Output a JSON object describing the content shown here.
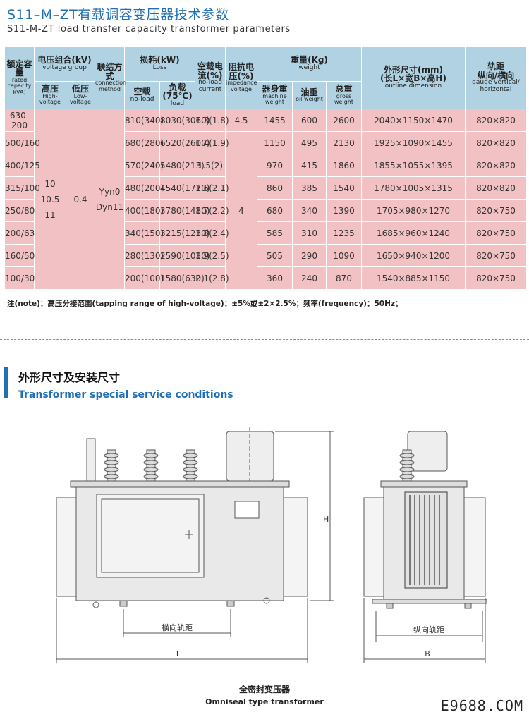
{
  "header": {
    "title_cn": "S11–M–ZT有载调容变压器技术参数",
    "title_en": "S11-M-ZT load transfer capacity transformer parameters"
  },
  "table": {
    "headers": {
      "capacity_cn": "额定容量",
      "capacity_en": "rated capacity kVA)",
      "voltage_cn": "电压组合(kV)",
      "voltage_en": "voltage group",
      "high_cn": "高压",
      "high_en": "High-voltage",
      "low_cn": "低压",
      "low_en": "Low-voltage",
      "conn_cn": "联结方式",
      "conn_en": "connection method",
      "loss_cn": "损耗(kW)",
      "loss_en": "Loss",
      "noload_cn": "空载",
      "noload_en": "no-load",
      "load_cn": "负载(75℃)",
      "load_en": "load",
      "current_cn": "空载电流(%)",
      "current_en": "no-load current",
      "imp_cn": "阻抗电压(%)",
      "imp_en": "impedance voltage",
      "weight_cn": "重量(Kg)",
      "weight_en": "weight",
      "machine_cn": "器身重",
      "machine_en": "machine weight",
      "oil_cn": "油重",
      "oil_en": "oil weight",
      "gross_cn": "总重",
      "gross_en": "gross weight",
      "dim_cn": "外形尺寸(mm)",
      "dim_cn2": "(长L×宽B×高H)",
      "dim_en": "outline dimension",
      "gauge_cn": "轨距",
      "gauge_cn2": "纵向/横向",
      "gauge_en": "gauge vertical/ horizontal"
    },
    "merged": {
      "high_voltage": [
        "10",
        "10.5",
        "11"
      ],
      "low_voltage": "0.4",
      "connection": [
        "Yyn0",
        "Dyn11"
      ],
      "imp_first": "4.5",
      "imp_rest": "4"
    },
    "rows": [
      {
        "capacity": "630-200",
        "noload": "810(340)",
        "load": "8030(3060)",
        "current": "1.3(1.8)",
        "machine": "1455",
        "oil": "600",
        "gross": "2600",
        "dim": "2040×1150×1470",
        "gauge": "820×820"
      },
      {
        "capacity": "500/160",
        "noload": "680(280)",
        "load": "6520(2600)",
        "current": "1.4(1.9)",
        "machine": "1150",
        "oil": "495",
        "gross": "2130",
        "dim": "1925×1090×1455",
        "gauge": "820×820"
      },
      {
        "capacity": "400/125",
        "noload": "570(240)",
        "load": "5480(213)",
        "current": "1.5(2)",
        "machine": "970",
        "oil": "415",
        "gross": "1860",
        "dim": "1855×1055×1395",
        "gauge": "820×820"
      },
      {
        "capacity": "315/100",
        "noload": "480(200)",
        "load": "4540(1770)",
        "current": "1.6(2.1)",
        "machine": "860",
        "oil": "385",
        "gross": "1540",
        "dim": "1780×1005×1315",
        "gauge": "820×820"
      },
      {
        "capacity": "250/80",
        "noload": "400(180)",
        "load": "3780(1480)",
        "current": "1.7(2.2)",
        "machine": "680",
        "oil": "340",
        "gross": "1390",
        "dim": "1705×980×1270",
        "gauge": "820×750"
      },
      {
        "capacity": "200/63",
        "noload": "340(150)",
        "load": "3215(1230)",
        "current": "1.8(2.4)",
        "machine": "585",
        "oil": "310",
        "gross": "1235",
        "dim": "1685×960×1240",
        "gauge": "820×750"
      },
      {
        "capacity": "160/50",
        "noload": "280(130)",
        "load": "2590(1030)",
        "current": "1.9(2.5)",
        "machine": "505",
        "oil": "290",
        "gross": "1090",
        "dim": "1650×940×1200",
        "gauge": "820×750"
      },
      {
        "capacity": "100/30",
        "noload": "200(100)",
        "load": "1580(630)",
        "current": "2.1(2.8)",
        "machine": "360",
        "oil": "240",
        "gross": "870",
        "dim": "1540×885×1150",
        "gauge": "820×750"
      }
    ]
  },
  "note": "注(note)：高压分接范围(tapping range of high-voltage)：±5%或±2×2.5%；频率(frequency)：50Hz；",
  "section": {
    "title_cn": "外形尺寸及安装尺寸",
    "title_en": "Transformer special service conditions"
  },
  "drawing": {
    "label_h": "H",
    "label_l": "L",
    "label_b": "B",
    "label_track_h": "横向轨距",
    "label_track_v": "纵向轨距"
  },
  "caption": {
    "cn": "全密封变压器",
    "en": "Omniseal type transformer"
  },
  "watermark": "E9688.COM",
  "colors": {
    "accent": "#1e6fb5",
    "header_bg": "#b0d2e2",
    "row_bg": "#f2c1c3"
  }
}
